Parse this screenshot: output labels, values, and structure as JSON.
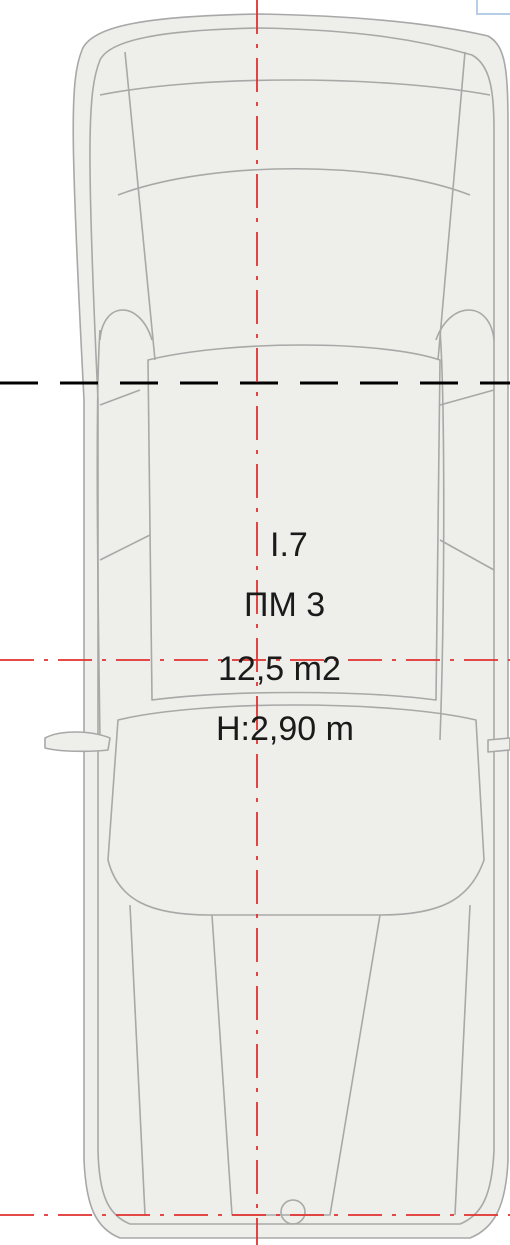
{
  "room": {
    "code": "I.7",
    "name": "ПМ 3",
    "area": "12,5 m2",
    "height": "H:2,90 m"
  },
  "colors": {
    "background": "#ffffff",
    "car_fill": "#eeeeea",
    "car_outline": "#a8a8a8",
    "axis_line": "#e0322f",
    "boundary_line": "#000000",
    "corner_mark": "#b7cfe6",
    "text": "#1a1a1a"
  },
  "icons": [
    "car-top-view-icon"
  ]
}
